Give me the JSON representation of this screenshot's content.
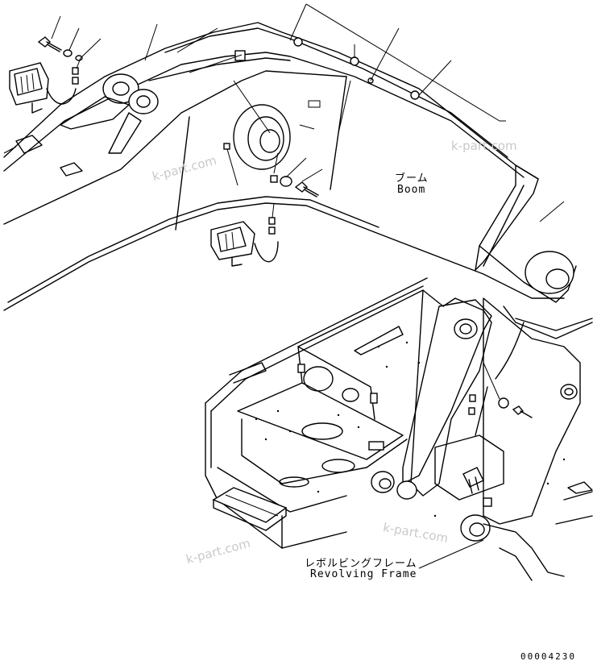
{
  "labels": {
    "boom_jp": "ブーム",
    "boom_en": "Boom",
    "frame_jp": "レボルビングフレーム",
    "frame_en": "Revolving Frame",
    "drawing_number": "00004230"
  },
  "watermarks": [
    "k-part.com",
    "k-part.com",
    "k-part.com",
    "k-part.com"
  ]
}
